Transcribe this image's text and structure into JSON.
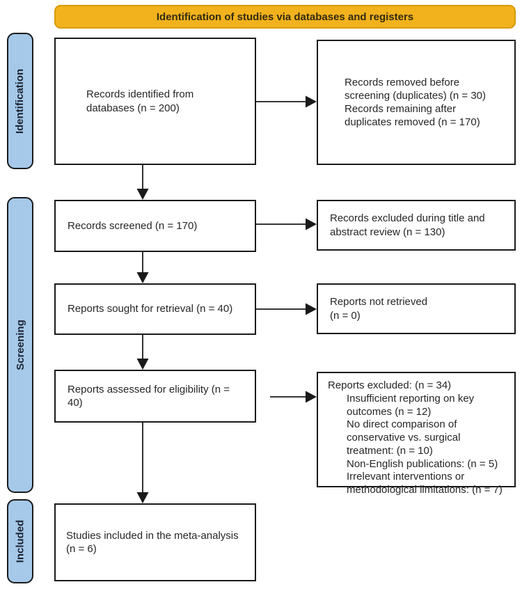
{
  "title": "Identification of studies via databases and registers",
  "colors": {
    "banner_bg": "#F2B21D",
    "banner_border": "#D79B00",
    "stage_bg": "#A6C9EA",
    "border": "#1A1A1A",
    "arrow": "#1A1A1A"
  },
  "stages": {
    "identification": "Identification",
    "screening": "Screening",
    "included": "Included"
  },
  "boxes": {
    "identified": "Records identified from databases (n = 200)",
    "removed_before_screening": {
      "line1": "Records removed before screening (duplicates) (n = 30)",
      "line2": "Records remaining after duplicates removed (n = 170)"
    },
    "screened": "Records screened (n = 170)",
    "excluded_title_abstract": "Records excluded during title and abstract review (n = 130)",
    "sought_retrieval": "Reports sought for retrieval (n = 40)",
    "not_retrieved": {
      "line1": "Reports not retrieved",
      "line2": "(n = 0)"
    },
    "assessed_eligibility": "Reports assessed for eligibility (n = 40)",
    "reports_excluded": {
      "header": "Reports excluded: (n = 34)",
      "reasons": [
        "Insufficient reporting on key outcomes (n = 12)",
        "No direct comparison of conservative vs. surgical treatment: (n = 10)",
        "Non-English publications: (n = 5)",
        "Irrelevant interventions or methodological limitations: (n = 7)"
      ]
    },
    "included_studies": "Studies included in the meta-analysis (n = 6)"
  }
}
